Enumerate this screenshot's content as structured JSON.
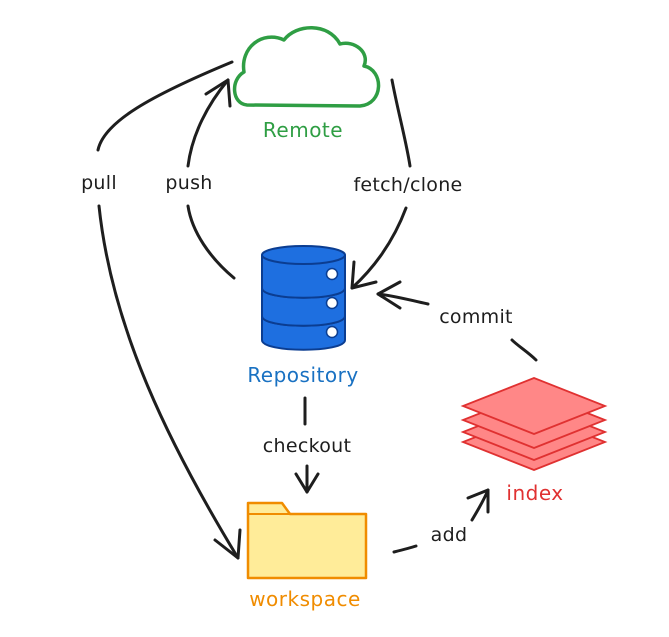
{
  "nodes": {
    "remote": {
      "label": "Remote",
      "color": "#2f9e44"
    },
    "repository": {
      "label": "Repository",
      "color": "#1971c2",
      "fill": "#1e6fe0"
    },
    "index": {
      "label": "index",
      "color": "#e03131",
      "fill": "#ff8787"
    },
    "workspace": {
      "label": "workspace",
      "color": "#f08c00",
      "fill": "#ffec99"
    }
  },
  "edges": {
    "pull": "pull",
    "push": "push",
    "fetch_clone": "fetch/clone",
    "commit": "commit",
    "checkout": "checkout",
    "add": "add"
  },
  "stroke_color": "#1e1e1e"
}
